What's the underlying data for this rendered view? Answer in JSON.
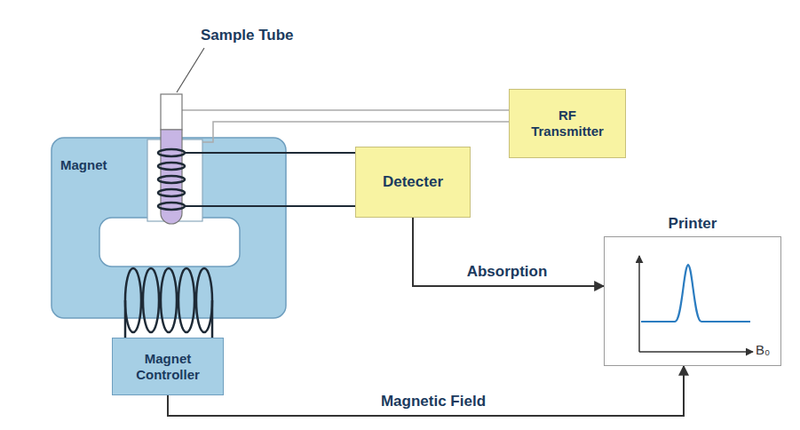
{
  "diagram": {
    "nodes": [
      {
        "text": [
          "RF Transmitter"
        ]
      },
      {
        "text": [
          "Magnet"
        ]
      },
      {
        "text": [
          "Detecter"
        ]
      },
      {
        "text": [
          "Printer"
        ]
      },
      {
        "text": [
          "Magnet Controller"
        ]
      }
    ],
    "edges": [
      {
        "from": 2,
        "to": 3,
        "label": "Absorption",
        "arrow": "to"
      },
      {
        "from": 4,
        "to": 3,
        "label": "Magnetic Field",
        "arrow": "to"
      }
    ],
    "labels": [
      "Sample Tube",
      "B₀"
    ]
  }
}
